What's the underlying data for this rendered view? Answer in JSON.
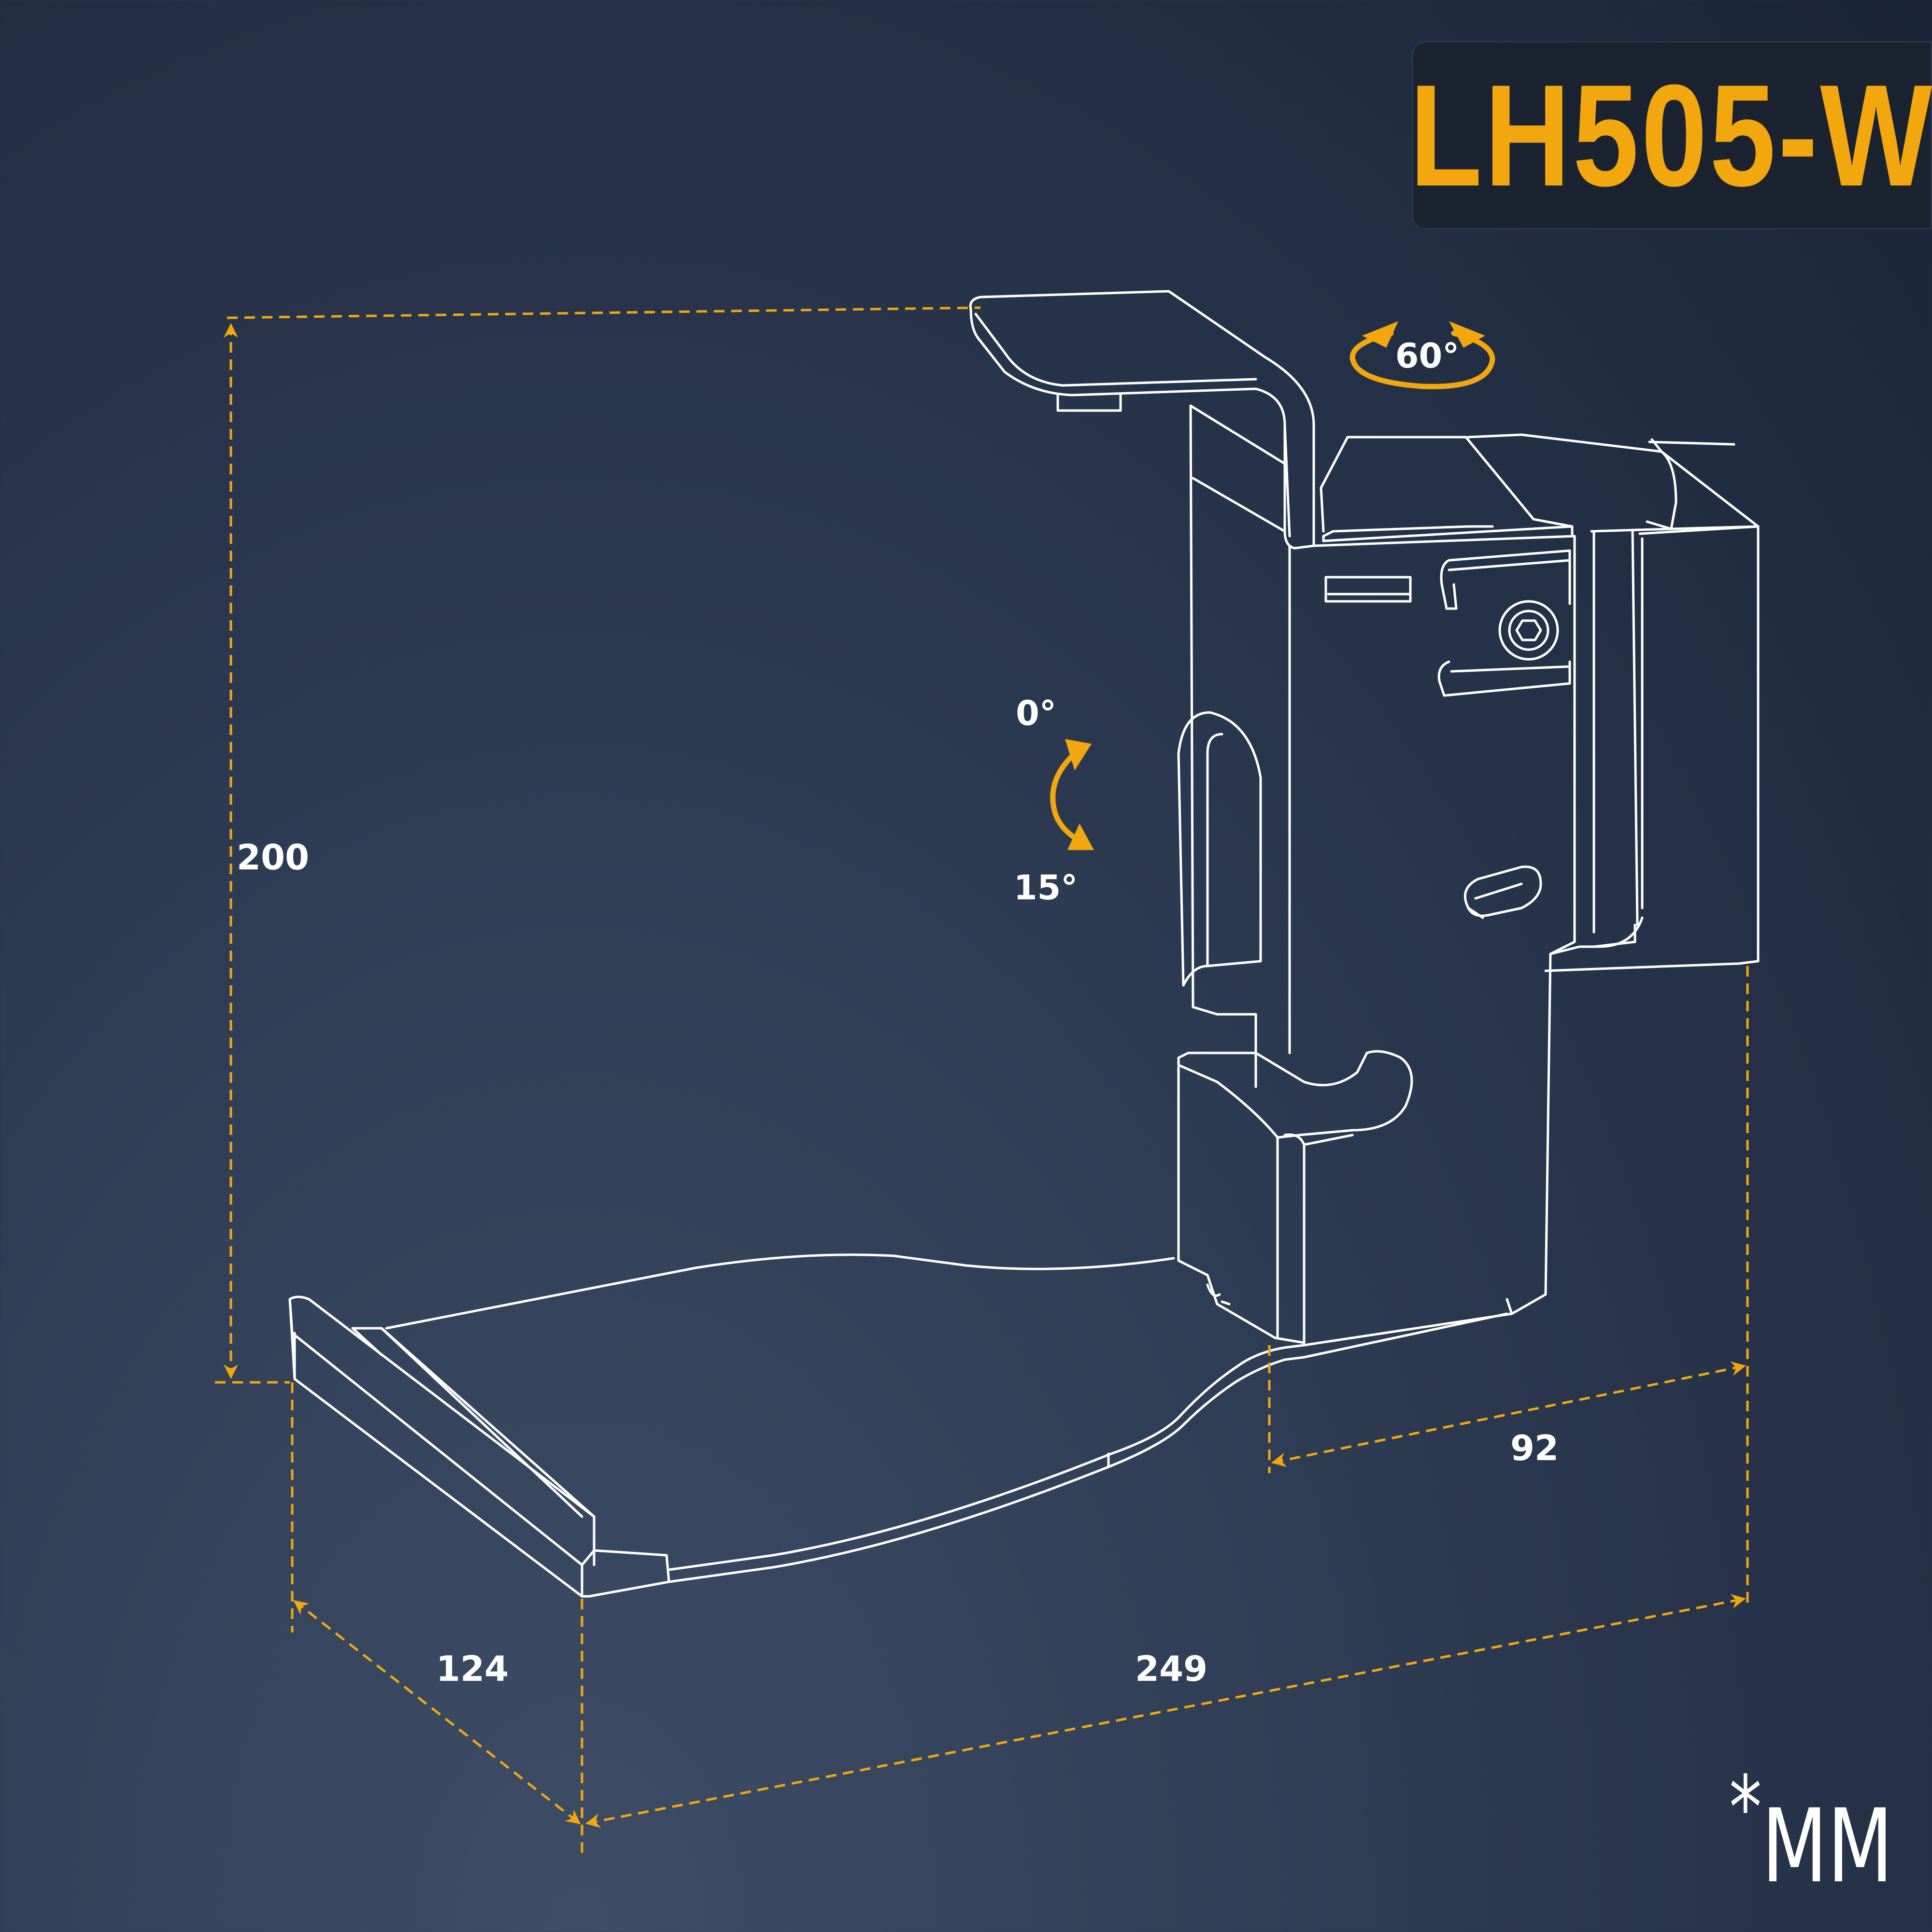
{
  "model": {
    "name": "LH505-W"
  },
  "dimensions": {
    "height": "200",
    "depth": "124",
    "width": "249",
    "wall_depth": "92"
  },
  "angles": {
    "swivel": "60°",
    "tilt_top": "0°",
    "tilt_bottom": "15°"
  },
  "unit": {
    "symbol": "*",
    "label": "MM"
  },
  "colors": {
    "accent": "#f3a70f",
    "line": "#ffffff",
    "background": "#2c3a52"
  }
}
